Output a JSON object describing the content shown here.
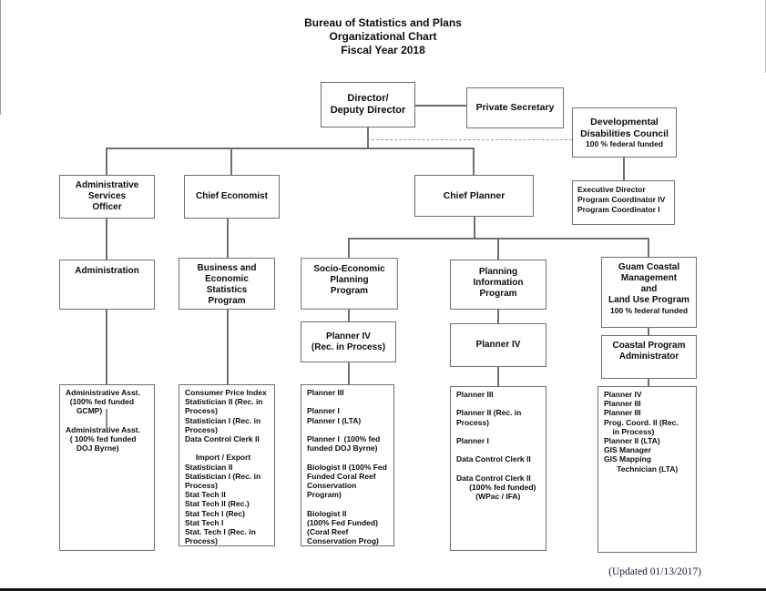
{
  "page": {
    "title": "Bureau of Statistics and Plans\nOrganizational Chart\nFiscal Year 2018",
    "footer_note": "(Updated 01/13/2017)"
  },
  "colors": {
    "box_border": "#6f6f6f",
    "connector": "#6f6f6f",
    "dashed_connector": "#9b9b9b",
    "text": "#0d0d0d"
  },
  "boxes": {
    "director": {
      "label": "Director/\nDeputy Director"
    },
    "private_secretary": {
      "label": "Private Secretary"
    },
    "ddc": {
      "title": "Developmental\nDisabilities Council",
      "subtitle": "100 % federal funded"
    },
    "aso": {
      "label": "Administrative\nServices\nOfficer"
    },
    "chief_economist": {
      "label": "Chief Economist"
    },
    "chief_planner": {
      "label": "Chief Planner"
    },
    "exec_director": {
      "label": "Executive Director\nProgram Coordinator IV\nProgram Coordinator I"
    },
    "administration": {
      "label": "Administration"
    },
    "besp": {
      "label": "Business and\nEconomic\nStatistics\nProgram"
    },
    "sepp": {
      "label": "Socio-Economic\nPlanning\nProgram"
    },
    "pip": {
      "label": "Planning\nInformation\nProgram"
    },
    "gcm": {
      "title": "Guam Coastal\nManagement\nand\nLand Use Program",
      "subtitle": "100 % federal funded"
    },
    "planner4_rec": {
      "label": "Planner IV\n(Rec. in Process)"
    },
    "planner4": {
      "label": "Planner IV"
    },
    "cpa": {
      "label": "Coastal Program\nAdministrator"
    },
    "admin_staff": {
      "label": "Administrative Asst.\n  (100% fed funded\n     GCMP)\n\nAdministrative Asst.\n  ( 100% fed funded\n     DOJ Byrne)"
    },
    "cpi_staff": {
      "label": "Consumer Price Index\nStatistician II (Rec. in\nProcess)\nStatistician I (Rec. in\nProcess)\nData Control Clerk II\n\n     Import / Export\nStatistician II\nStatistician I (Rec. in\nProcess)\nStat Tech II\nStat Tech II (Rec.)\nStat Tech I (Rec)\nStat Tech I\nStat. Tech I (Rec. in\nProcess)"
    },
    "sepp_staff": {
      "label": "Planner III\n\nPlanner I\nPlanner I (LTA)\n\nPlanner I  (100% fed\nfunded DOJ Byrne)\n\nBiologist II (100% Fed\nFunded Coral Reef\nConservation\nProgram)\n\nBiologist II\n(100% Fed Funded)\n(Coral Reef\nConservation Prog)"
    },
    "pip_staff": {
      "label": "Planner III\n\nPlanner II (Rec. in\nProcess)\n\nPlanner I\n\nData Control Clerk II\n\nData Control Clerk II\n      (100% fed funded)\n         (WPac / IFA)"
    },
    "gcm_staff": {
      "label": "Planner IV\nPlanner III\nPlanner III\nProg. Coord. II (Rec.\n    in Process)\nPlanner II (LTA)\nGIS Manager\nGIS Mapping\n      Technician (LTA)"
    }
  }
}
